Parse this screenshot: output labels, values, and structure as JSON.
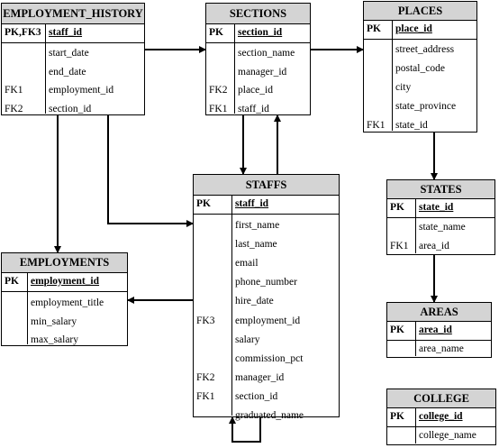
{
  "entities": {
    "employment_history": {
      "title": "EMPLOYMENT_HISTORY",
      "pk_key": "PK,FK3",
      "pk_field": "staff_id",
      "rows": [
        {
          "key": "",
          "field": "start_date"
        },
        {
          "key": "",
          "field": "end_date"
        },
        {
          "key": "FK1",
          "field": "employment_id"
        },
        {
          "key": "FK2",
          "field": "section_id"
        }
      ]
    },
    "sections": {
      "title": "SECTIONS",
      "pk_key": "PK",
      "pk_field": "section_id",
      "rows": [
        {
          "key": "",
          "field": "section_name"
        },
        {
          "key": "",
          "field": "manager_id"
        },
        {
          "key": "FK2",
          "field": "place_id"
        },
        {
          "key": "FK1",
          "field": "staff_id"
        }
      ]
    },
    "places": {
      "title": "PLACES",
      "pk_key": "PK",
      "pk_field": "place_id",
      "rows": [
        {
          "key": "",
          "field": "street_address"
        },
        {
          "key": "",
          "field": "postal_code"
        },
        {
          "key": "",
          "field": "city"
        },
        {
          "key": "",
          "field": "state_province"
        },
        {
          "key": "FK1",
          "field": "state_id"
        }
      ]
    },
    "staffs": {
      "title": "STAFFS",
      "pk_key": "PK",
      "pk_field": "staff_id",
      "rows": [
        {
          "key": "",
          "field": "first_name"
        },
        {
          "key": "",
          "field": "last_name"
        },
        {
          "key": "",
          "field": "email"
        },
        {
          "key": "",
          "field": "phone_number"
        },
        {
          "key": "",
          "field": "hire_date"
        },
        {
          "key": "FK3",
          "field": "employment_id"
        },
        {
          "key": "",
          "field": "salary"
        },
        {
          "key": "",
          "field": "commission_pct"
        },
        {
          "key": "FK2",
          "field": "manager_id"
        },
        {
          "key": "FK1",
          "field": "section_id"
        },
        {
          "key": "",
          "field": "graduated_name"
        }
      ]
    },
    "states": {
      "title": "STATES",
      "pk_key": "PK",
      "pk_field": "state_id",
      "rows": [
        {
          "key": "",
          "field": "state_name"
        },
        {
          "key": "FK1",
          "field": "area_id"
        }
      ]
    },
    "employments": {
      "title": "EMPLOYMENTS",
      "pk_key": "PK",
      "pk_field": "employment_id",
      "rows": [
        {
          "key": "",
          "field": "employment_title"
        },
        {
          "key": "",
          "field": "min_salary"
        },
        {
          "key": "",
          "field": "max_salary"
        }
      ]
    },
    "areas": {
      "title": "AREAS",
      "pk_key": "PK",
      "pk_field": "area_id",
      "rows": [
        {
          "key": "",
          "field": "area_name"
        }
      ]
    },
    "college": {
      "title": "COLLEGE",
      "pk_key": "PK",
      "pk_field": "college_id",
      "rows": [
        {
          "key": "",
          "field": "college_name"
        }
      ]
    }
  }
}
